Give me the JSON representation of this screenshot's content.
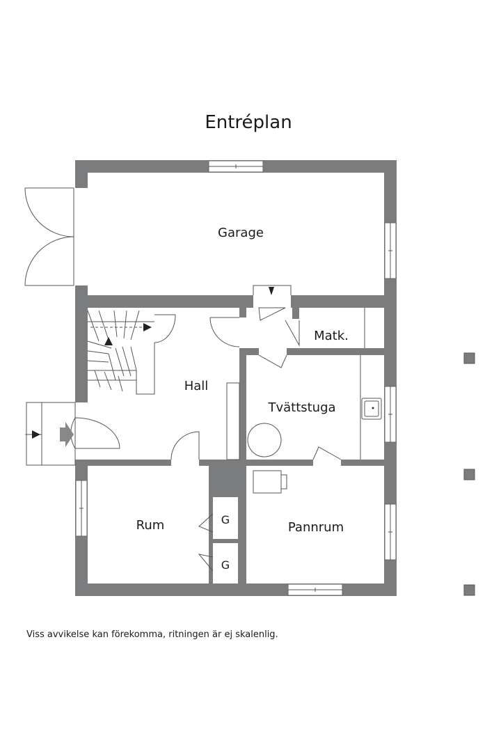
{
  "title": "Entréplan",
  "rooms": {
    "garage": "Garage",
    "hall": "Hall",
    "matk": "Matk.",
    "tvattstuga": "Tvättstuga",
    "rum": "Rum",
    "pannrum": "Pannrum",
    "closet_1": "G",
    "closet_2": "G"
  },
  "disclaimer": "Viss avvikelse kan förekomma, ritningen är ej skalenlig.",
  "colors": {
    "wall": "#7b7c7e",
    "line": "#555555",
    "background": "#ffffff"
  }
}
